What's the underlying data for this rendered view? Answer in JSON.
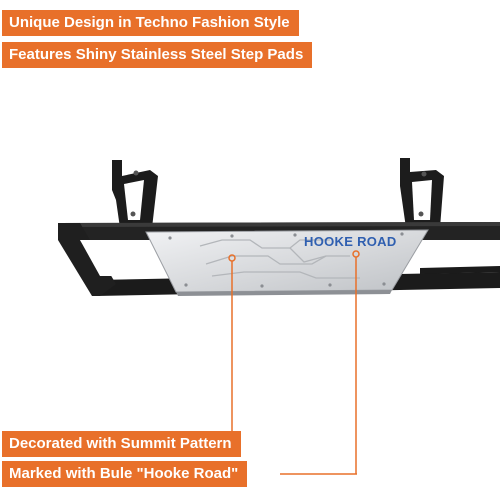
{
  "headline_tags": [
    "Unique Design in Techno Fashion Style",
    "Features Shiny Stainless Steel Step Pads"
  ],
  "callouts": [
    "Decorated with Summit Pattern",
    "Marked with Bule \"Hooke Road\""
  ],
  "step_pad_logo": "HOOKE ROAD",
  "colors": {
    "accent": "#e8702a",
    "bar": "#1e1e1e",
    "plate": "#d9dadd",
    "logo": "#2f5fb0"
  }
}
